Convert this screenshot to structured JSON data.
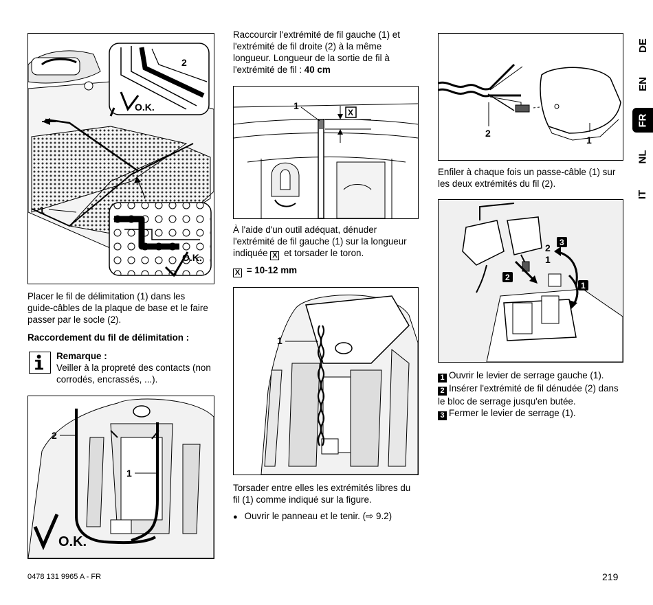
{
  "language_tabs": [
    {
      "label": "DE",
      "active": false
    },
    {
      "label": "EN",
      "active": false
    },
    {
      "label": "FR",
      "active": true
    },
    {
      "label": "NL",
      "active": false
    },
    {
      "label": "IT",
      "active": false
    }
  ],
  "col1": {
    "fig1": {
      "label_1": "1",
      "label_2": "2",
      "ok": "O.K."
    },
    "para1": "Placer le fil de délimitation (1) dans les guide-câbles de la plaque de base et le faire passer par le socle (2).",
    "heading": "Raccordement du fil de délimitation :",
    "note_title": "Remarque :",
    "note_text": "Veiller à la propreté des contacts (non corrodés, encrassés, ...).",
    "fig2": {
      "label_1": "1",
      "label_2": "2",
      "ok": "O.K."
    }
  },
  "col2": {
    "intro_main": "Raccourcir l'extrémité de fil gauche (1) et l'extrémité de fil droite (2) à la même longueur. Longueur de la sortie de fil à l'extrémité de fil : ",
    "intro_value": "40 cm",
    "fig3": {
      "label_1": "1",
      "label_x": "X"
    },
    "para_strip_1": "À l'aide d'un outil adéquat, dénuder l'extrémité de fil gauche (1) sur la longueur indiquée ",
    "para_strip_x": "X",
    "para_strip_2": " et torsader le toron.",
    "spec_x": "X",
    "spec_value": " = 10-12 mm",
    "fig4": {
      "label_1": "1"
    },
    "para_twist": "Torsader entre elles les extrémités libres du fil (1) comme indiqué sur la figure.",
    "bullet": "●",
    "bullet_text": "Ouvrir le panneau et le tenir. (⇨ 9.2)"
  },
  "col3": {
    "fig5": {
      "label_1": "1",
      "label_2": "2"
    },
    "para_sleeve": "Enfiler à chaque fois un passe-câble (1) sur les deux extrémités du fil (2).",
    "fig6": {
      "label_1": "1",
      "label_2": "2",
      "step1": "1",
      "step2": "2",
      "step3": "3"
    },
    "steps": [
      {
        "num": "1",
        "text": "Ouvrir le levier de serrage gauche (1)."
      },
      {
        "num": "2",
        "text": "Insérer l'extrémité de fil dénudée (2) dans le bloc de serrage jusqu'en butée."
      },
      {
        "num": "3",
        "text": "Fermer le levier de serrage (1)."
      }
    ]
  },
  "footer": {
    "doc_number": "0478 131 9965 A - FR",
    "page": "219"
  }
}
